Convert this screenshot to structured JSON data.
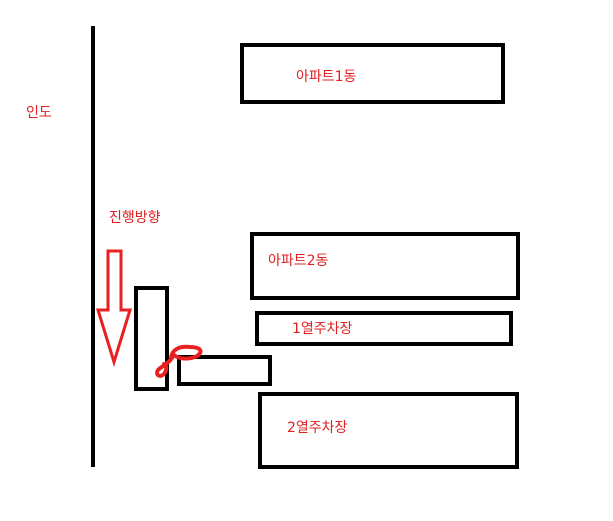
{
  "labels": {
    "sidewalk": "인도",
    "direction": "진행방향",
    "apartment_1": "아파트1동",
    "apartment_2": "아파트2동",
    "parking_row_1": "1열주차장",
    "parking_row_2": "2열주차장"
  },
  "colors": {
    "label": "#e02020",
    "arrow": "#e82020",
    "scribble": "#e82020",
    "outline": "#000000",
    "background": "#ffffff"
  }
}
